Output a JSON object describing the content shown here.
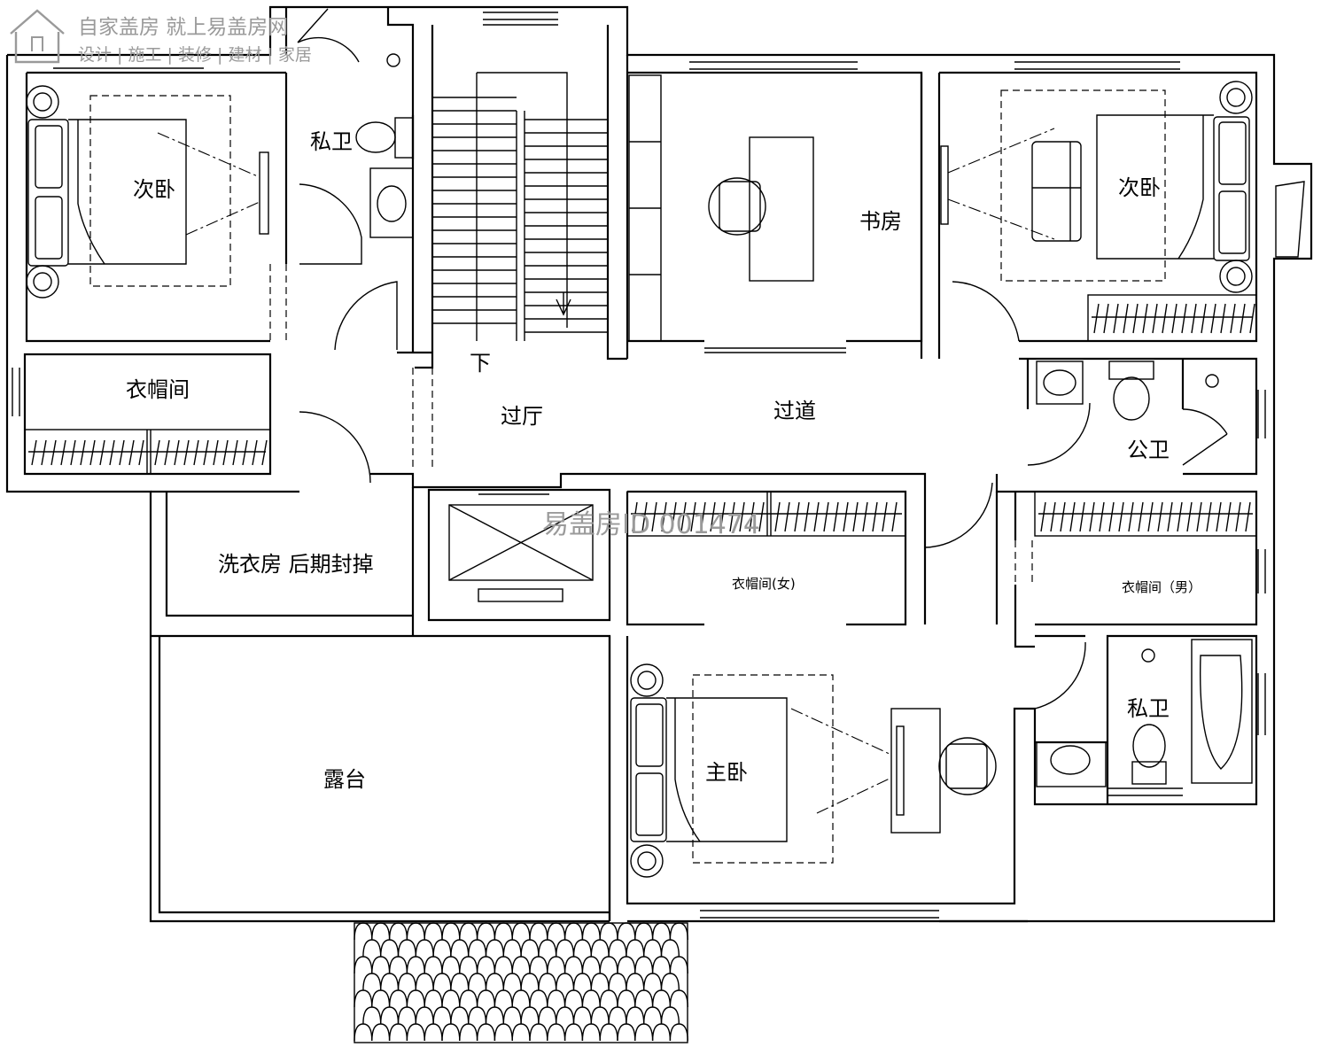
{
  "watermark": {
    "brand_line": "自家盖房 就上易盖房网",
    "services_line": "设计 | 施工 | 装修 | 建材 | 家居",
    "center_id": "易盖房ID 001474"
  },
  "rooms": {
    "bedroom_left": "次卧",
    "private_bath_top": "私卫",
    "study": "书房",
    "bedroom_right": "次卧",
    "cloakroom_left": "衣帽间",
    "foyer": "过厅",
    "corridor": "过道",
    "stair_down": "下",
    "public_bath": "公卫",
    "laundry": "洗衣房  后期封掉",
    "cloakroom_female": "衣帽间(女)",
    "cloakroom_male": "衣帽间（男）",
    "master_bedroom": "主卧",
    "private_bath_master": "私卫",
    "terrace": "露台"
  }
}
